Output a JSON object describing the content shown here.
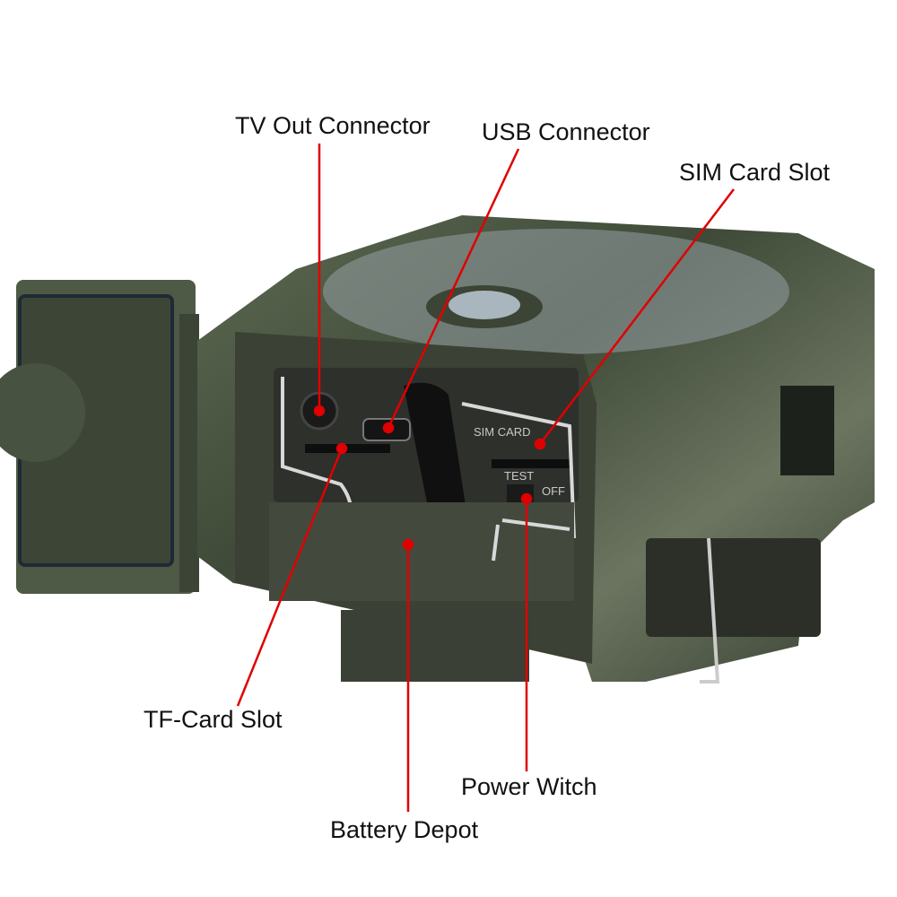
{
  "callouts": {
    "tv_out": "TV Out Connector",
    "usb": "USB Connector",
    "sim": "SIM Card Slot",
    "tf_card": "TF-Card Slot",
    "power": "Power Witch",
    "battery": "Battery Depot"
  },
  "device_markings": {
    "sim": "SIM CARD",
    "test": "TEST",
    "off": "OFF"
  },
  "colors": {
    "leader_line": "#e00000",
    "body_camo": "#4a5640",
    "panel": "#2e302c"
  }
}
